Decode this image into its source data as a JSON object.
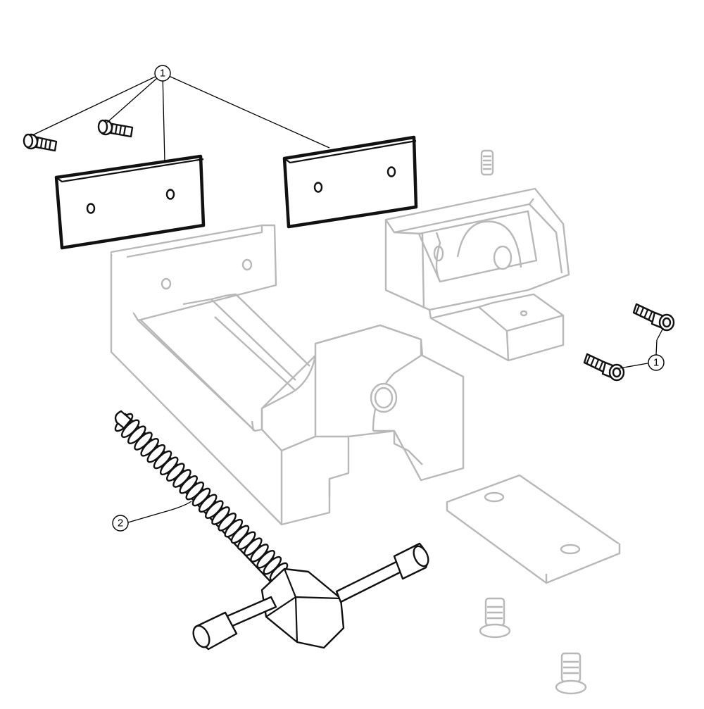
{
  "callouts": [
    {
      "id": "top",
      "label": "1"
    },
    {
      "id": "right",
      "label": "1"
    },
    {
      "id": "left",
      "label": "2"
    }
  ],
  "colors": {
    "highlight_stroke": "#111111",
    "ghost_stroke": "#b8b8b8",
    "background": "#ffffff"
  }
}
